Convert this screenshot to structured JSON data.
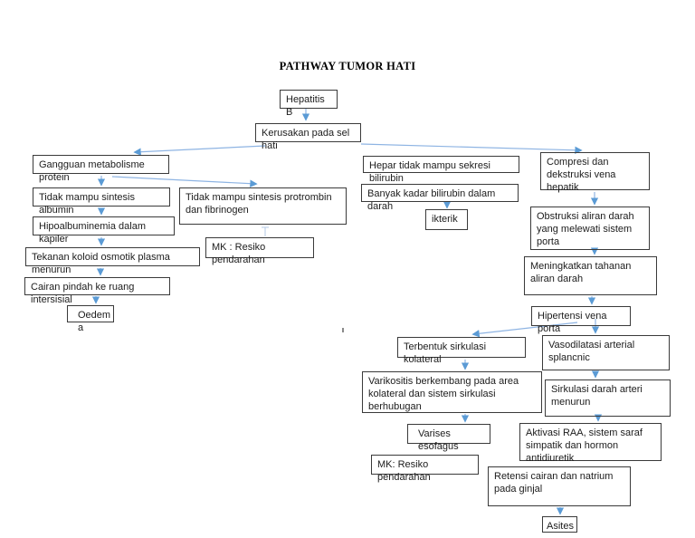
{
  "title": "PATHWAY TUMOR HATI",
  "nodes": {
    "hepatitis": "Hepatitis\nB",
    "kerusakan": "Kerusakan pada sel\nhati",
    "gangguan_metabolisme": "Gangguan metabolisme\nprotein",
    "sintesis_albumin": "Tidak mampu sintesis\nalbumin",
    "hipoalbuminemia": "Hipoalbuminemia dalam\nkapiler",
    "tekanan_koloid": "Tekanan koloid osmotik plasma\nmenurun",
    "cairan_pindah": "Cairan pindah ke ruang\nintersisial",
    "oedema": "Oedem\na",
    "sintesis_protrombin": "Tidak mampu sintesis protrombin\ndan fibrinogen",
    "mk_resiko_1": "MK : Resiko\npendarahan",
    "hepar_sekresi": "Hepar tidak mampu sekresi\nbilirubin",
    "kadar_bilirubin": "Banyak kadar bilirubin dalam\ndarah",
    "ikterik": "ikterik",
    "compresi": "Compresi dan\ndekstruksi vena\nhepatik",
    "obstruksi": "Obstruksi aliran darah\nyang melewati sistem\nporta",
    "meningkatkan_tahanan": "Meningkatkan tahanan\naliran darah",
    "hipertensi_porta": "Hipertensi vena\nporta",
    "vasodilatasi": "Vasodilatasi arterial\nsplancnic",
    "terbentuk_sirkulasi": "Terbentuk sirkulasi\nkolateral",
    "varikositis": "Varikositis berkembang pada area\nkolateral dan sistem sirkulasi\nberhubugan",
    "sirkulasi_menurun": "Sirkulasi darah arteri\nmenurun",
    "varises": "Varises\nesofagus",
    "aktivasi_raa": "Aktivasi RAA, sistem saraf\nsimpatik dan hormon\nantidiuretik",
    "mk_resiko_2": "MK: Resiko\npendarahan",
    "retensi_cairan": "Retensi cairan dan natrium\npada ginjal",
    "asites": "Asites"
  },
  "edges": [
    {
      "from": "hepatitis",
      "to": "kerusakan"
    },
    {
      "from": "kerusakan",
      "to": "gangguan_metabolisme"
    },
    {
      "from": "kerusakan",
      "to": "compresi"
    },
    {
      "from": "gangguan_metabolisme",
      "to": "sintesis_albumin"
    },
    {
      "from": "gangguan_metabolisme",
      "to": "sintesis_protrombin"
    },
    {
      "from": "sintesis_albumin",
      "to": "hipoalbuminemia"
    },
    {
      "from": "hipoalbuminemia",
      "to": "tekanan_koloid"
    },
    {
      "from": "tekanan_koloid",
      "to": "cairan_pindah"
    },
    {
      "from": "cairan_pindah",
      "to": "oedema"
    },
    {
      "from": "sintesis_protrombin",
      "to": "mk_resiko_1"
    },
    {
      "from": "kadar_bilirubin",
      "to": "ikterik"
    },
    {
      "from": "compresi",
      "to": "obstruksi"
    },
    {
      "from": "obstruksi",
      "to": "meningkatkan_tahanan"
    },
    {
      "from": "meningkatkan_tahanan",
      "to": "hipertensi_porta"
    },
    {
      "from": "hipertensi_porta",
      "to": "terbentuk_sirkulasi"
    },
    {
      "from": "hipertensi_porta",
      "to": "vasodilatasi"
    },
    {
      "from": "terbentuk_sirkulasi",
      "to": "varikositis"
    },
    {
      "from": "varikositis",
      "to": "varises"
    },
    {
      "from": "vasodilatasi",
      "to": "sirkulasi_menurun"
    },
    {
      "from": "sirkulasi_menurun",
      "to": "aktivasi_raa"
    },
    {
      "from": "retensi_cairan",
      "to": "asites"
    }
  ],
  "colors": {
    "arrow_line": "#8eb4e3",
    "arrow_head": "#5b9bd5",
    "box_border": "#3a3a3a",
    "text": "#1c1c1c",
    "background": "#ffffff"
  }
}
